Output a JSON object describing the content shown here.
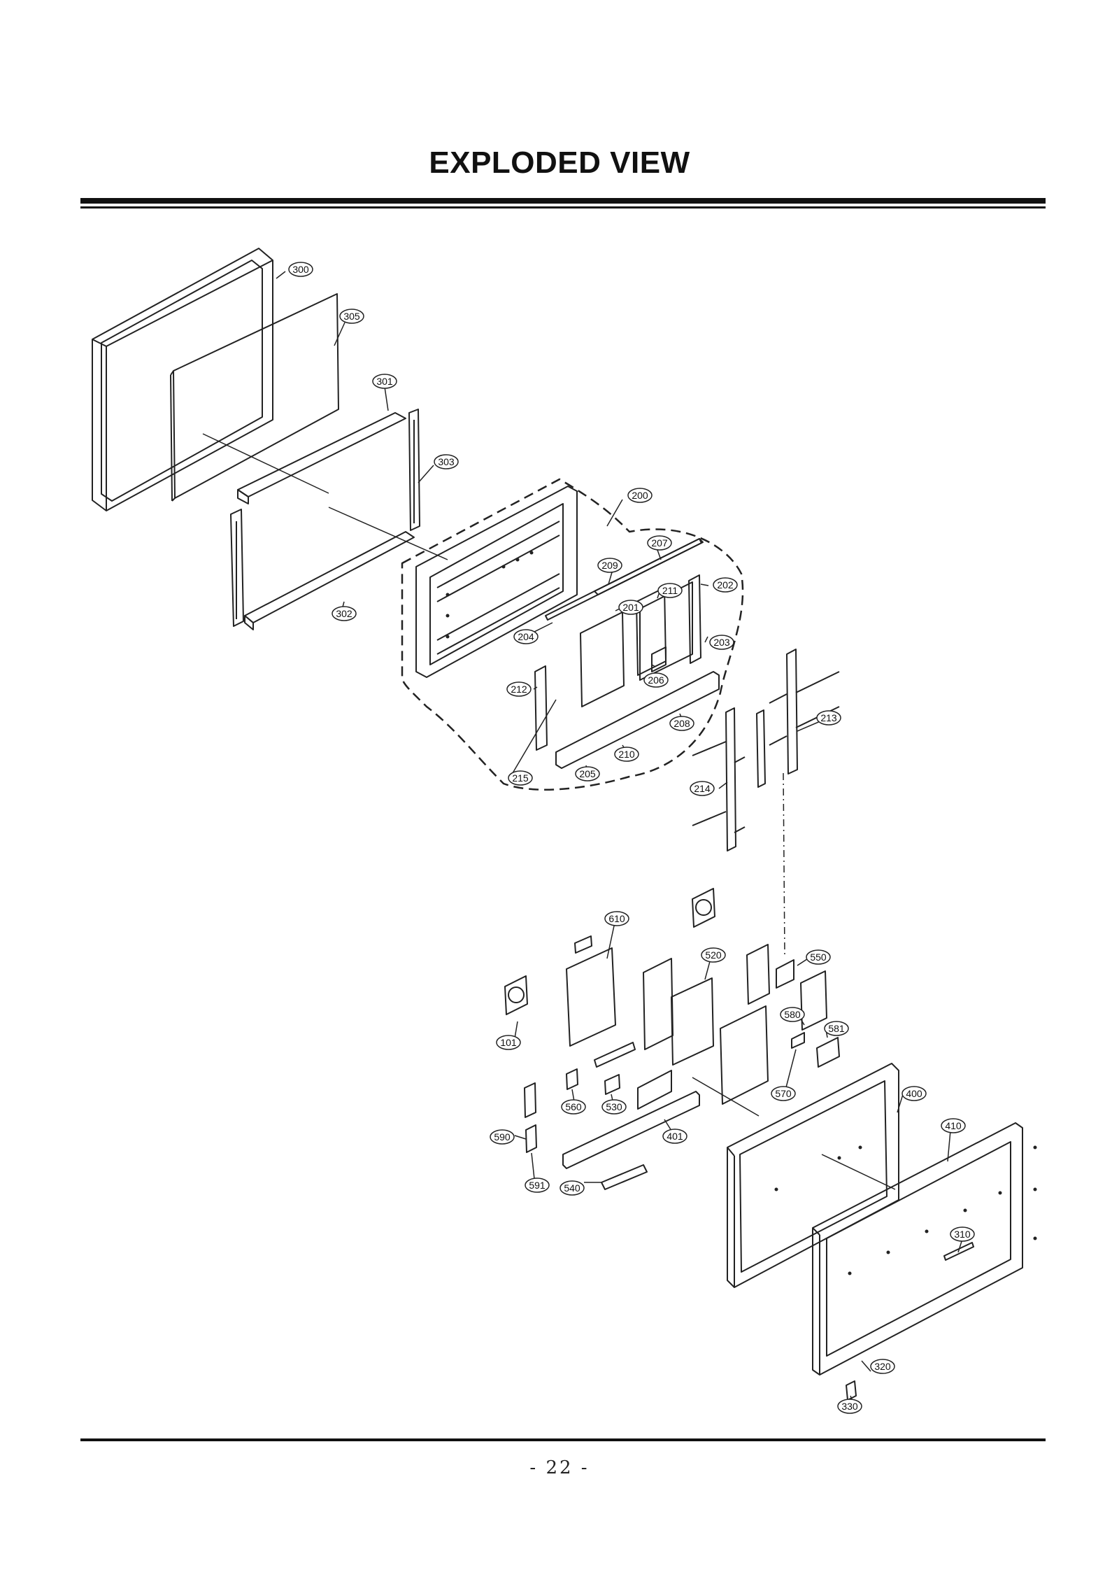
{
  "title": "EXPLODED VIEW",
  "page_number": "- 22 -",
  "callouts": [
    {
      "id": "300",
      "label": "300"
    },
    {
      "id": "305",
      "label": "305"
    },
    {
      "id": "301",
      "label": "301"
    },
    {
      "id": "303",
      "label": "303"
    },
    {
      "id": "302",
      "label": "302"
    },
    {
      "id": "200",
      "label": "200"
    },
    {
      "id": "207",
      "label": "207"
    },
    {
      "id": "209",
      "label": "209"
    },
    {
      "id": "211",
      "label": "211"
    },
    {
      "id": "202",
      "label": "202"
    },
    {
      "id": "201",
      "label": "201"
    },
    {
      "id": "204",
      "label": "204"
    },
    {
      "id": "203",
      "label": "203"
    },
    {
      "id": "206",
      "label": "206"
    },
    {
      "id": "212",
      "label": "212"
    },
    {
      "id": "208",
      "label": "208"
    },
    {
      "id": "210",
      "label": "210"
    },
    {
      "id": "215",
      "label": "215"
    },
    {
      "id": "205",
      "label": "205"
    },
    {
      "id": "213",
      "label": "213"
    },
    {
      "id": "214",
      "label": "214"
    },
    {
      "id": "610",
      "label": "610"
    },
    {
      "id": "520",
      "label": "520"
    },
    {
      "id": "550",
      "label": "550"
    },
    {
      "id": "580",
      "label": "580"
    },
    {
      "id": "581",
      "label": "581"
    },
    {
      "id": "101",
      "label": "101"
    },
    {
      "id": "560",
      "label": "560"
    },
    {
      "id": "530",
      "label": "530"
    },
    {
      "id": "570",
      "label": "570"
    },
    {
      "id": "400",
      "label": "400"
    },
    {
      "id": "410",
      "label": "410"
    },
    {
      "id": "401",
      "label": "401"
    },
    {
      "id": "590",
      "label": "590"
    },
    {
      "id": "591",
      "label": "591"
    },
    {
      "id": "540",
      "label": "540"
    },
    {
      "id": "310",
      "label": "310"
    },
    {
      "id": "320",
      "label": "320"
    },
    {
      "id": "330",
      "label": "330"
    }
  ]
}
